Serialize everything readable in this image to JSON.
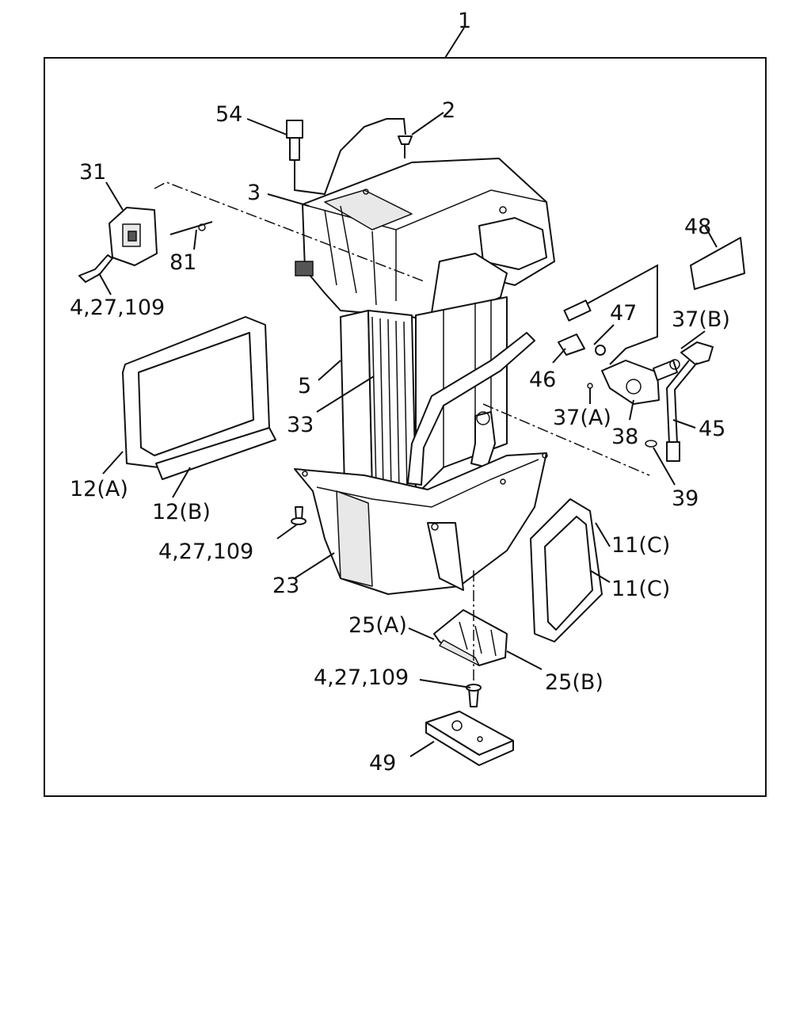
{
  "callouts": {
    "assembly": "1",
    "p2": "2",
    "p3": "3",
    "p5": "5",
    "p11c_a": "11(C)",
    "p11c_b": "11(C)",
    "p12a": "12(A)",
    "p12b": "12(B)",
    "p23": "23",
    "p25a": "25(A)",
    "p25b": "25(B)",
    "p31": "31",
    "p33": "33",
    "p37a": "37(A)",
    "p37b": "37(B)",
    "p38": "38",
    "p39": "39",
    "p45": "45",
    "p46": "46",
    "p47": "47",
    "p48": "48",
    "p49": "49",
    "p54": "54",
    "p81": "81",
    "screws_a": "4,27,109",
    "screws_b": "4,27,109",
    "screws_c": "4,27,109"
  }
}
